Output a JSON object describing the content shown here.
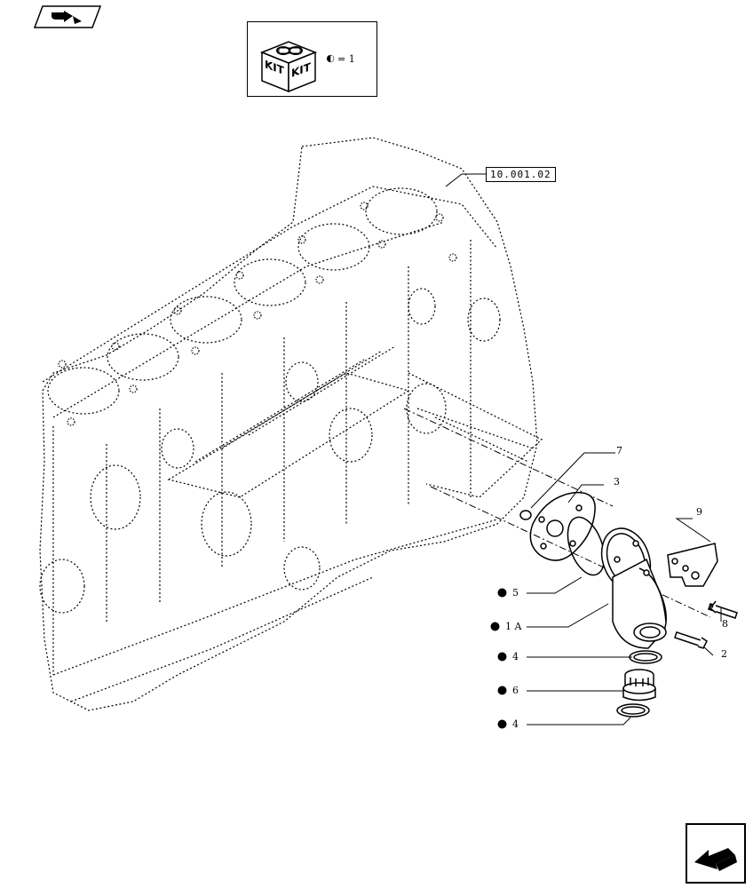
{
  "header": {
    "nav_icon": "pointing-hand-icon"
  },
  "kit_legend": {
    "kit_text_left": "KIT",
    "kit_text_right": "KIT",
    "equals_text": "= 1"
  },
  "reference_tag": "10.001.02",
  "callouts": [
    {
      "id": "7",
      "text": "7",
      "kit": false
    },
    {
      "id": "3",
      "text": "3",
      "kit": false
    },
    {
      "id": "9",
      "text": "9",
      "kit": false
    },
    {
      "id": "5",
      "text": "5",
      "kit": true
    },
    {
      "id": "1A",
      "text": "1 A",
      "kit": true
    },
    {
      "id": "8",
      "text": "8",
      "kit": false
    },
    {
      "id": "2",
      "text": "2",
      "kit": false
    },
    {
      "id": "4a",
      "text": "4",
      "kit": true
    },
    {
      "id": "6",
      "text": "6",
      "kit": true
    },
    {
      "id": "4b",
      "text": "4",
      "kit": true
    }
  ],
  "footer": {
    "next_icon": "arrow-back-icon"
  },
  "colors": {
    "line": "#000000",
    "background": "#ffffff"
  }
}
